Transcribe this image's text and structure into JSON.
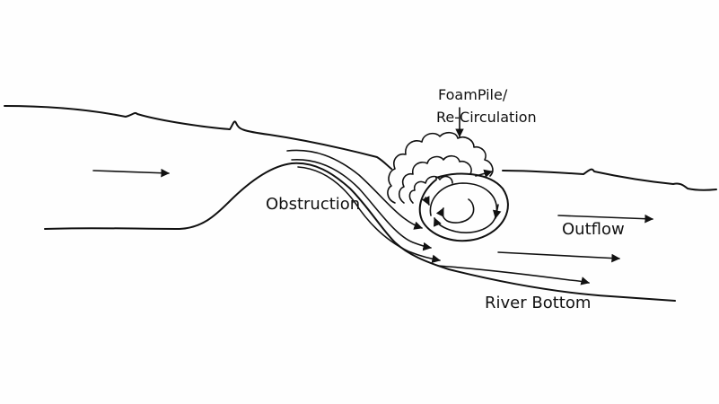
{
  "labels": {
    "foam_pile_line1": "FoamPile/",
    "foam_pile_line2": "Re-Circulation",
    "obstruction": "Obstruction",
    "outflow": "Outflow",
    "river_bottom": "River Bottom"
  },
  "colors": {
    "ink": "#111111",
    "paper": "#fefefe"
  }
}
